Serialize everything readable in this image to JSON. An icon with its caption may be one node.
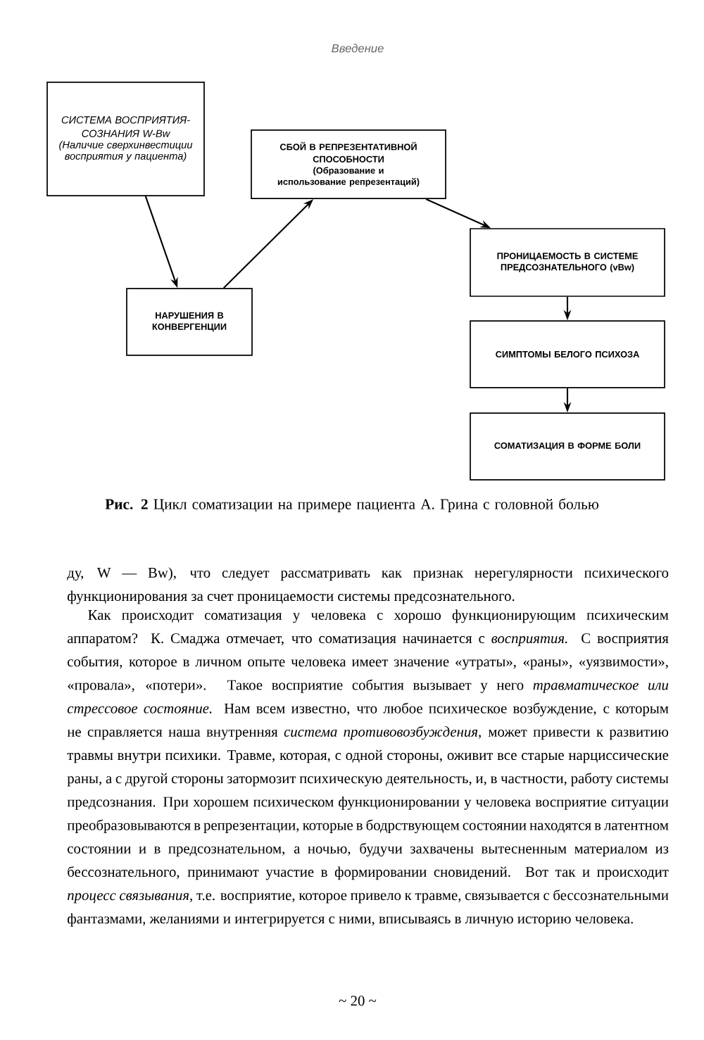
{
  "diagram": {
    "caption": "**Рис. 2** Цикл соматизации на примере пациента А. Грина с головной болью",
    "nodes": [
      {
        "text": [
          "СИСТЕМА ВОСПРИЯТИЯ-СОЗНАНИЯ W-Bw",
          "(Наличие сверхинвестиции восприятия у пациента)"
        ]
      },
      {
        "text": [
          "СБОЙ В РЕПРЕЗЕНТАТИВНОЙ СПОСОБНОСТИ",
          "(Образование и использование репрезентаций)"
        ]
      },
      {
        "text": [
          "НАРУШЕНИЯ В КОНВЕРГЕНЦИИ"
        ]
      },
      {
        "text": [
          "ПРОНИЦАЕМОСТЬ В СИСТЕМЕ ПРЕДСОЗНАТЕЛЬНОГО (vBw)"
        ]
      },
      {
        "text": [
          "СИМПТОМЫ БЕЛОГО ПСИХОЗА"
        ]
      },
      {
        "text": [
          "СОМАТИЗАЦИЯ В ФОРМЕ БОЛИ"
        ]
      }
    ],
    "edges": [
      {
        "from": 0,
        "to": 2,
        "arrow": "to"
      },
      {
        "from": 2,
        "to": 1,
        "arrow": "to"
      },
      {
        "from": 1,
        "to": 3,
        "arrow": "to"
      },
      {
        "from": 3,
        "to": 4,
        "arrow": "to"
      },
      {
        "from": 4,
        "to": 5,
        "arrow": "to"
      }
    ],
    "labels": [
      "Введение",
      "ду, W — Bw), что следует рассматривать как признак нерегулярности психического функционирования за счет проницаемости системы предсознательного.",
      "Как происходит соматизация у человека с хорошо функционирующим психическим аппаратом? К. Смаджа отмечает, что соматизация начинается с *восприятия.* С восприятия события, которое в личном опыте человека имеет значение «утраты», «раны», «уязвимости», «провала», «потери». Такое восприятие события вызывает у него *травматическое или стрессовое состояние.* Нам всем известно, что любое психическое возбуждение, с которым не справляется наша внутренняя *система противовозбуждения,* может привести к развитию травмы внутри психики. Травме, которая, с одной стороны, оживит все старые нарциссические раны, а с другой стороны затормозит психическую деятельность, и, в частности, работу системы предсознания. При хорошем психическом функционировании у человека восприятие ситуации преобразовываются в репрезентации, которые в бодрствующем состоянии находятся в латентном состоянии и в предсознательном, а ночью, будучи захвачены вытесненным материалом из бессознательного, принимают участие в формировании сновидений. Вот так и происходит *процесс связывания*, т.е. восприятие, которое привело к травме, связывается с бессознательными фантазмами, желаниями и интегрируется с ними, вписываясь в личную историю человека.",
      "~ 20 ~"
    ]
  }
}
